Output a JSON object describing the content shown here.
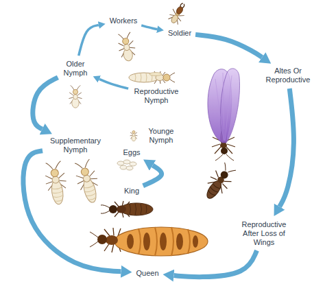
{
  "diagram": {
    "nodes": [
      {
        "text": [
          "Workers"
        ]
      },
      {
        "text": [
          "Soldier"
        ]
      },
      {
        "text": [
          "Older Nymph"
        ]
      },
      {
        "text": [
          "Reproductive Nymph"
        ]
      },
      {
        "text": [
          "Altes Or Reproductive"
        ]
      },
      {
        "text": [
          "Younge Nymph"
        ]
      },
      {
        "text": [
          "Supplementary Nymph"
        ]
      },
      {
        "text": [
          "Eggs"
        ]
      },
      {
        "text": [
          "Reproductive After Loss of Wings"
        ]
      },
      {
        "text": [
          "King"
        ]
      },
      {
        "text": [
          "Queen"
        ]
      }
    ],
    "edges": [
      {
        "from": 2,
        "to": 0,
        "arrow": "to"
      },
      {
        "from": 0,
        "to": 1,
        "arrow": "to"
      },
      {
        "from": 1,
        "to": 4,
        "arrow": "to"
      },
      {
        "from": 3,
        "to": 2,
        "arrow": "to"
      },
      {
        "from": 4,
        "to": 8,
        "arrow": "to"
      },
      {
        "from": 2,
        "to": 6,
        "arrow": "to"
      },
      {
        "from": 9,
        "to": 7,
        "arrow": "to"
      },
      {
        "from": 8,
        "to": 10,
        "arrow": "to"
      },
      {
        "from": 6,
        "to": 10,
        "arrow": "to"
      }
    ]
  }
}
